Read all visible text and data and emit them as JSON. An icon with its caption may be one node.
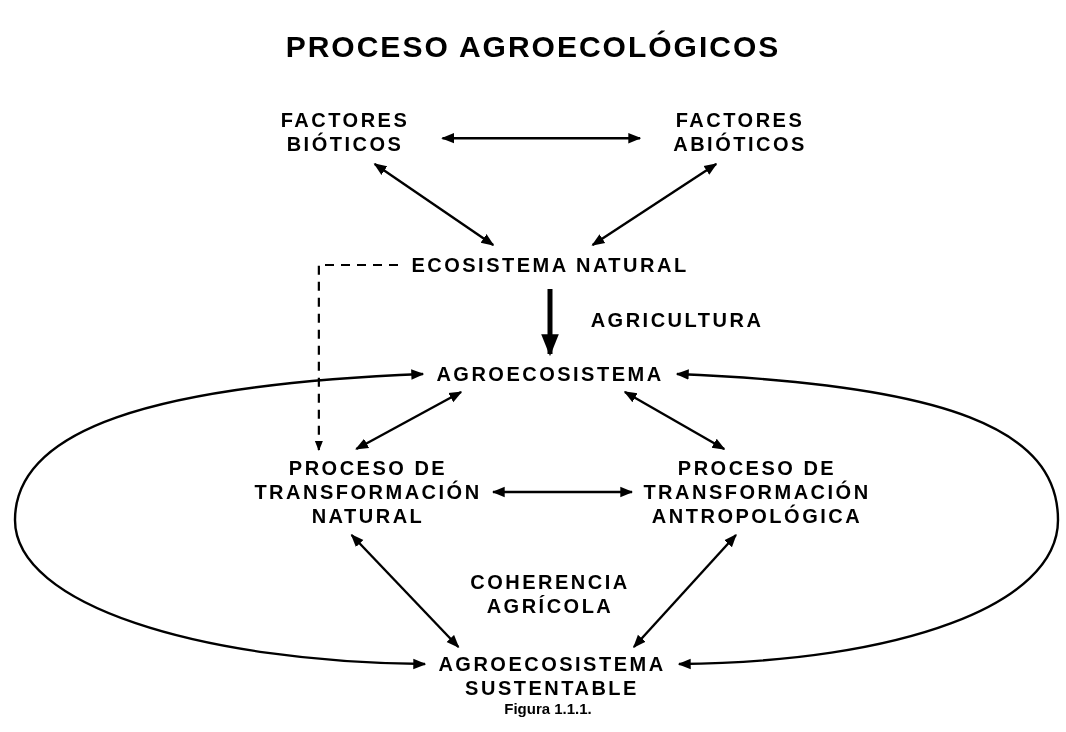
{
  "diagram": {
    "title": "PROCESO AGROECOLÓGICOS",
    "caption": "Figura 1.1.1.",
    "nodes": [
      {
        "text": [
          "FACTORES BIÓTICOS"
        ]
      },
      {
        "text": [
          "FACTORES ABIÓTICOS"
        ]
      },
      {
        "text": [
          "ECOSISTEMA NATURAL"
        ]
      },
      {
        "text": [
          "AGROECOSISTEMA"
        ]
      },
      {
        "text": [
          "PROCESO DE TRANSFORMACIÓN NATURAL"
        ]
      },
      {
        "text": [
          "PROCESO DE TRANSFORMACIÓN ANTROPOLÓGICA"
        ]
      },
      {
        "text": [
          "AGROECOSISTEMA SUSTENTABLE"
        ]
      }
    ],
    "edges": [
      {
        "from": 0,
        "to": 1,
        "arrow": "both"
      },
      {
        "from": 0,
        "to": 2,
        "arrow": "both"
      },
      {
        "from": 1,
        "to": 2,
        "arrow": "both"
      },
      {
        "from": 2,
        "to": 3,
        "arrow": "to",
        "label": "AGRICULTURA",
        "style": "thick"
      },
      {
        "from": 3,
        "to": 4,
        "arrow": "both"
      },
      {
        "from": 3,
        "to": 5,
        "arrow": "both"
      },
      {
        "from": 4,
        "to": 5,
        "arrow": "both"
      },
      {
        "from": 4,
        "to": 6,
        "arrow": "both"
      },
      {
        "from": 5,
        "to": 6,
        "arrow": "both"
      },
      {
        "from": 2,
        "to": 4,
        "arrow": "to",
        "style": "dashed"
      },
      {
        "from": 3,
        "to": 6,
        "arrow": "both"
      },
      {
        "from": 3,
        "to": 6,
        "arrow": "both"
      }
    ],
    "labels": [
      "COHERENCIA AGRÍCOLA"
    ]
  }
}
